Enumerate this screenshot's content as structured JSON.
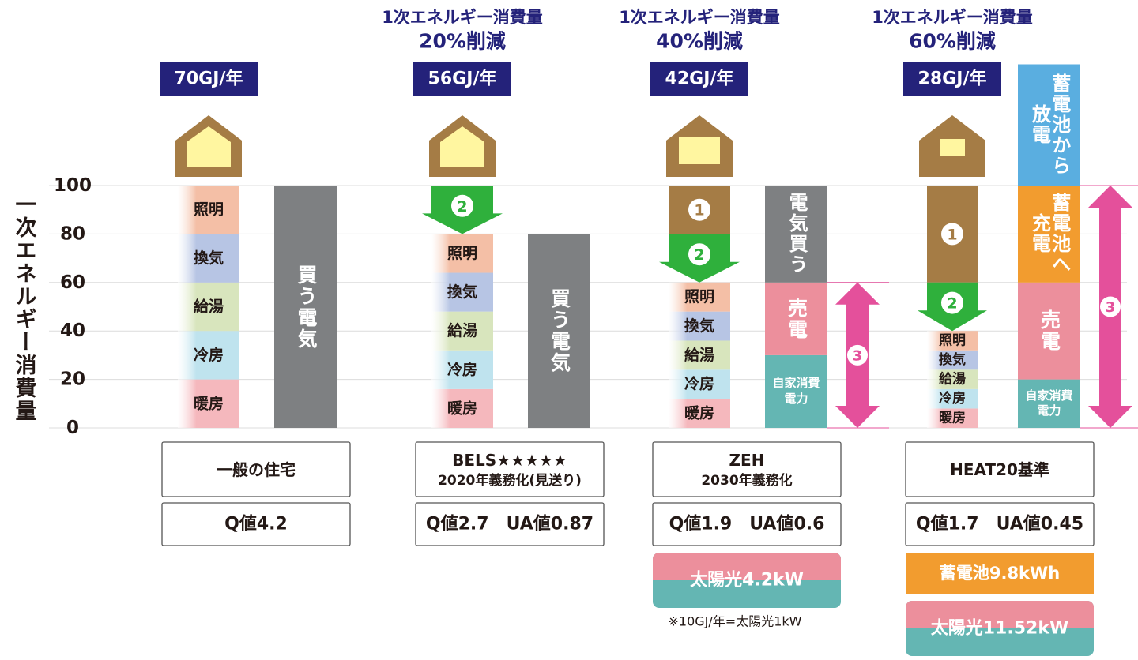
{
  "chart_data": {
    "type": "bar",
    "ylabel": "一次エネルギー消費量",
    "ylim": [
      0,
      100
    ],
    "yticks": [
      "0",
      "20",
      "40",
      "60",
      "80",
      "100"
    ],
    "grid": true,
    "colors": {
      "lighting": "#f4bfa6",
      "ventilation": "#b7c5e4",
      "hotwater": "#d8e5bd",
      "cooling": "#bfe3ee",
      "heating": "#f5b8bd",
      "grid_power": "#7e8082",
      "reduction_insulation": "#a57c45",
      "reduction_equipment": "#2fb03c",
      "solar_sold": "#ec8f9c",
      "self_consumption": "#64b6b3",
      "battery_charge": "#f29c2f",
      "battery_discharge": "#5aaee0",
      "offset_arrow": "#e4509b",
      "badge": "#24227a"
    },
    "houses": [
      {
        "badge": "70GJ/年",
        "reduction": [
          "",
          ""
        ],
        "stack": [
          {
            "label": "暖房",
            "from": 0,
            "to": 20
          },
          {
            "label": "冷房",
            "from": 20,
            "to": 40
          },
          {
            "label": "給湯",
            "from": 40,
            "to": 60
          },
          {
            "label": "換気",
            "from": 60,
            "to": 80
          },
          {
            "label": "照明",
            "from": 80,
            "to": 100
          }
        ],
        "markers": [],
        "supply": [
          {
            "label": "買う電気",
            "from": 0,
            "to": 100
          }
        ],
        "spec": "一般の住宅",
        "spec_sub": "",
        "performance": "Q値4.2",
        "equipment": []
      },
      {
        "badge": "56GJ/年",
        "reduction": [
          "1次エネルギー消費量",
          "20%削減"
        ],
        "stack": [
          {
            "label": "暖房",
            "from": 0,
            "to": 16
          },
          {
            "label": "冷房",
            "from": 16,
            "to": 32
          },
          {
            "label": "給湯",
            "from": 32,
            "to": 48
          },
          {
            "label": "換気",
            "from": 48,
            "to": 64
          },
          {
            "label": "照明",
            "from": 64,
            "to": 80
          }
        ],
        "markers": [
          {
            "num": "2",
            "from": 80,
            "to": 100
          }
        ],
        "supply": [
          {
            "label": "買う電気",
            "from": 0,
            "to": 80
          }
        ],
        "spec": "BELS★★★★★",
        "spec_sub": "2020年義務化(見送り)",
        "performance": "Q値2.7　UA値0.87",
        "equipment": []
      },
      {
        "badge": "42GJ/年",
        "reduction": [
          "1次エネルギー消費量",
          "40%削減"
        ],
        "stack": [
          {
            "label": "暖房",
            "from": 0,
            "to": 12
          },
          {
            "label": "冷房",
            "from": 12,
            "to": 24
          },
          {
            "label": "給湯",
            "from": 24,
            "to": 36
          },
          {
            "label": "換気",
            "from": 36,
            "to": 48
          },
          {
            "label": "照明",
            "from": 48,
            "to": 60
          }
        ],
        "markers": [
          {
            "num": "1",
            "from": 80,
            "to": 100
          },
          {
            "num": "2",
            "from": 60,
            "to": 80
          }
        ],
        "supply": [
          {
            "label": "自家消費電力",
            "from": 0,
            "to": 30
          },
          {
            "label": "売電",
            "from": 30,
            "to": 60
          },
          {
            "label": "電気買う",
            "from": 60,
            "to": 100
          }
        ],
        "offset": {
          "num": "3",
          "from": 0,
          "to": 60
        },
        "spec": "ZEH",
        "spec_sub": "2030年義務化",
        "performance": "Q値1.9　UA値0.6",
        "equipment": [
          {
            "label": "太陽光4.2kW",
            "split": true
          }
        ],
        "footnote": "※10GJ/年=太陽光1kW"
      },
      {
        "badge": "28GJ/年",
        "reduction": [
          "1次エネルギー消費量",
          "60%削減"
        ],
        "stack": [
          {
            "label": "暖房",
            "from": 0,
            "to": 8
          },
          {
            "label": "冷房",
            "from": 8,
            "to": 16
          },
          {
            "label": "給湯",
            "from": 16,
            "to": 24
          },
          {
            "label": "換気",
            "from": 24,
            "to": 32
          },
          {
            "label": "照明",
            "from": 32,
            "to": 40
          }
        ],
        "markers": [
          {
            "num": "1",
            "from": 60,
            "to": 100
          },
          {
            "num": "2",
            "from": 40,
            "to": 60
          }
        ],
        "supply": [
          {
            "label": "自家消費電力",
            "from": 0,
            "to": 20
          },
          {
            "label": "売電",
            "from": 20,
            "to": 60
          },
          {
            "label": "蓄電池へ充電",
            "from": 60,
            "to": 100
          },
          {
            "label": "蓄電池から放電",
            "from": 100,
            "to": 150
          }
        ],
        "offset": {
          "num": "3",
          "from": 0,
          "to": 100
        },
        "spec": "HEAT20基準",
        "spec_sub": "",
        "performance": "Q値1.7　UA値0.45",
        "equipment": [
          {
            "label": "蓄電池9.8kWh",
            "split": false
          },
          {
            "label": "太陽光11.52kW",
            "split": true
          }
        ]
      }
    ]
  }
}
